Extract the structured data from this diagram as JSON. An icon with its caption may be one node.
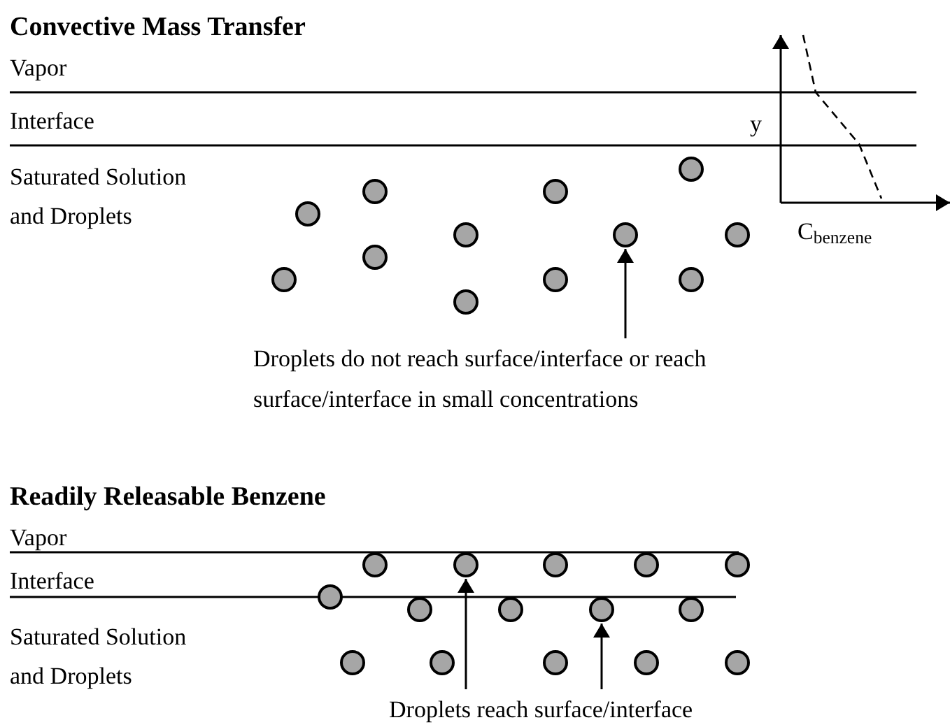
{
  "diagram": {
    "nodes": [
      {
        "text": [],
        "shape": "circle"
      },
      {
        "text": [],
        "shape": "circle"
      },
      {
        "text": [],
        "shape": "circle"
      },
      {
        "text": [],
        "shape": "circle"
      },
      {
        "text": [],
        "shape": "circle"
      },
      {
        "text": [],
        "shape": "circle"
      },
      {
        "text": [],
        "shape": "circle"
      },
      {
        "text": [],
        "shape": "circle"
      },
      {
        "text": [],
        "shape": "circle"
      },
      {
        "text": [],
        "shape": "circle"
      },
      {
        "text": [],
        "shape": "circle"
      },
      {
        "text": [],
        "shape": "circle"
      },
      {
        "text": [
          "Droplets do not reach surface/interface or reach surface/interface in small concentrations"
        ]
      },
      {
        "text": [],
        "shape": "circle"
      },
      {
        "text": [],
        "shape": "circle"
      },
      {
        "text": [],
        "shape": "circle"
      },
      {
        "text": [],
        "shape": "circle"
      },
      {
        "text": [],
        "shape": "circle"
      },
      {
        "text": [],
        "shape": "circle"
      },
      {
        "text": [],
        "shape": "circle"
      },
      {
        "text": [],
        "shape": "circle"
      },
      {
        "text": [],
        "shape": "circle"
      },
      {
        "text": [],
        "shape": "circle"
      },
      {
        "text": [],
        "shape": "circle"
      },
      {
        "text": [],
        "shape": "circle"
      },
      {
        "text": [],
        "shape": "circle"
      },
      {
        "text": [],
        "shape": "circle"
      },
      {
        "text": [],
        "shape": "circle"
      },
      {
        "text": [
          "Droplets reach surface/interface"
        ]
      }
    ],
    "edges": [
      {
        "from": 12,
        "to": 8,
        "arrow": "to"
      },
      {
        "from": 28,
        "to": 18,
        "arrow": "to"
      },
      {
        "from": 28,
        "to": 22,
        "arrow": "to"
      }
    ],
    "labels": [
      "Convective Mass Transfer",
      "Vapor",
      "Interface",
      "Saturated Solution and Droplets",
      "y",
      "C$_{benzene}$",
      "Readily Releasable Benzene",
      "Vapor",
      "Interface",
      "Saturated Solution and Droplets"
    ]
  }
}
